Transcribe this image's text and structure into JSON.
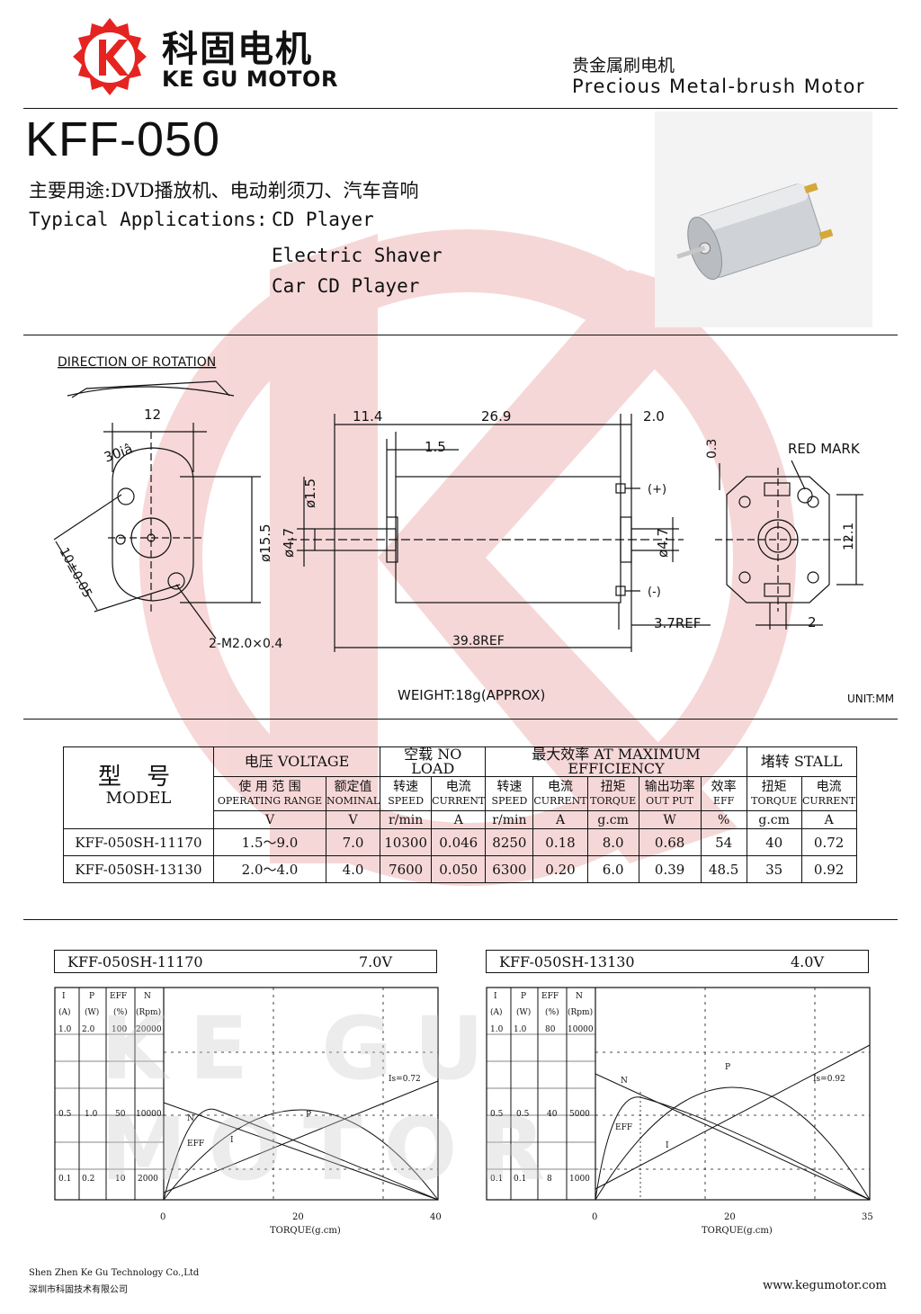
{
  "header": {
    "brand_cn": "科固电机",
    "brand_en": "KE GU MOTOR",
    "category_cn": "贵金属刷电机",
    "category_en": "Precious Metal-brush Motor"
  },
  "model": {
    "title": "KFF-050",
    "applications_cn": "主要用途:DVD播放机、电动剃须刀、汽车音响",
    "applications_label": "Typical Applications:",
    "applications_en": [
      "CD Player",
      "Electric Shaver",
      "Car CD Player"
    ]
  },
  "drawing": {
    "direction_label": "DIRECTION OF ROTATION",
    "dims": {
      "width_12": "12",
      "angle": "30iâ",
      "dia_15_5": "ø15.5",
      "hole_spacing": "10±0.05",
      "screws": "2-M2.0×0.4",
      "len_11_4": "11.4",
      "len_26_9": "26.9",
      "len_2_0": "2.0",
      "len_1_5": "1.5",
      "dia_1_5": "ø1.5",
      "dia_4_7_left": "ø4.7",
      "dia_4_7_right": "ø4.7",
      "plus": "(+)",
      "minus": "(-)",
      "len_3_7": "3.7REF",
      "len_39_8": "39.8REF",
      "dim_0_3": "0.3",
      "red_mark": "RED MARK",
      "dim_12_1": "12.1",
      "dim_2": "2"
    },
    "weight": "WEIGHT:18g(APPROX)",
    "unit": "UNIT:MM"
  },
  "specs": {
    "h_model_cn": "型 号",
    "h_model_en": "MODEL",
    "h_voltage": "电压 VOLTAGE",
    "h_noload": "空载 NO LOAD",
    "h_maxeff": "最大效率 AT MAXIMUM EFFICIENCY",
    "h_stall": "堵转 STALL",
    "cols_cn": [
      "使 用 范 围",
      "额定值",
      "转速",
      "电流",
      "转速",
      "电流",
      "扭矩",
      "输出功率",
      "效率",
      "扭矩",
      "电流"
    ],
    "cols_en": [
      "OPERATING RANGE",
      "NOMINAL",
      "SPEED",
      "CURRENT",
      "SPEED",
      "CURRENT",
      "TORQUE",
      "OUT PUT",
      "EFF",
      "TORQUE",
      "CURRENT"
    ],
    "units": [
      "V",
      "V",
      "r/min",
      "A",
      "r/min",
      "A",
      "g.cm",
      "W",
      "%",
      "g.cm",
      "A"
    ],
    "rows": [
      [
        "KFF-050SH-11170",
        "1.5～9.0",
        "7.0",
        "10300",
        "0.046",
        "8250",
        "0.18",
        "8.0",
        "0.68",
        "54",
        "40",
        "0.72"
      ],
      [
        "KFF-050SH-13130",
        "2.0～4.0",
        "4.0",
        "7600",
        "0.050",
        "6300",
        "0.20",
        "6.0",
        "0.39",
        "48.5",
        "35",
        "0.92"
      ]
    ]
  },
  "charts": [
    {
      "model": "KFF-050SH-11170",
      "voltage": "7.0V",
      "axis_heads": [
        "I",
        "P",
        "EFF",
        "N"
      ],
      "axis_units": [
        "(A)",
        "(W)",
        "(%)",
        "(Rpm)"
      ],
      "scale_top": [
        "1.0",
        "2.0",
        "100",
        "20000"
      ],
      "scale_mid": [
        "0.5",
        "1.0",
        "50",
        "10000"
      ],
      "scale_low": [
        "0.1",
        "0.2",
        "10",
        "2000"
      ],
      "x_ticks": [
        "0",
        "20",
        "40"
      ],
      "x_label": "TORQUE(g.cm)",
      "stall_label": "Is=0.72",
      "curve_labels": [
        "N",
        "P",
        "EFF",
        "I"
      ]
    },
    {
      "model": "KFF-050SH-13130",
      "voltage": "4.0V",
      "axis_heads": [
        "I",
        "P",
        "EFF",
        "N"
      ],
      "axis_units": [
        "(A)",
        "(W)",
        "(%)",
        "(Rpm)"
      ],
      "scale_top": [
        "1.0",
        "1.0",
        "80",
        "10000"
      ],
      "scale_mid": [
        "0.5",
        "0.5",
        "40",
        "5000"
      ],
      "scale_low": [
        "0.1",
        "0.1",
        "8",
        "1000"
      ],
      "x_ticks": [
        "0",
        "20",
        "35"
      ],
      "x_label": "TORQUE(g.cm)",
      "stall_label": "Is=0.92",
      "curve_labels": [
        "N",
        "P",
        "EFF",
        "I"
      ]
    }
  ],
  "watermark": "KE GU MOTOR",
  "footer": {
    "company_en": "Shen Zhen Ke Gu Technology Co.,Ltd",
    "company_cn": "深圳市科固技术有限公司",
    "url": "www.kegumotor.com"
  },
  "colors": {
    "brand_red": "#e52421",
    "watermark_red": "#f3c5c5"
  }
}
